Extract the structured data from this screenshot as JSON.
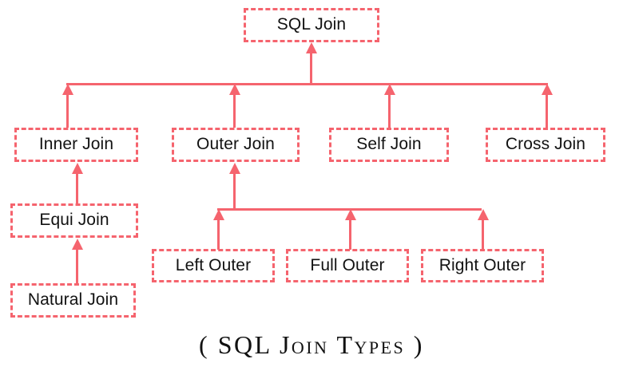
{
  "diagram": {
    "title_caption": "( SQL Join Types )",
    "colors": {
      "line": "#f5646e",
      "box_border": "#f5646e",
      "text": "#121212",
      "background": "#ffffff"
    },
    "nodes": {
      "root": {
        "label": "SQL Join"
      },
      "level2": [
        {
          "label": "Inner Join"
        },
        {
          "label": "Outer Join"
        },
        {
          "label": "Self Join"
        },
        {
          "label": "Cross Join"
        }
      ],
      "inner_children": [
        {
          "label": "Equi Join"
        },
        {
          "label": "Natural Join"
        }
      ],
      "outer_children": [
        {
          "label": "Left Outer"
        },
        {
          "label": "Full Outer"
        },
        {
          "label": "Right Outer"
        }
      ]
    },
    "edges": [
      {
        "from": "Inner Join",
        "to": "SQL Join",
        "direction": "up"
      },
      {
        "from": "Outer Join",
        "to": "SQL Join",
        "direction": "up"
      },
      {
        "from": "Self Join",
        "to": "SQL Join",
        "direction": "up"
      },
      {
        "from": "Cross Join",
        "to": "SQL Join",
        "direction": "up"
      },
      {
        "from": "Equi Join",
        "to": "Inner Join",
        "direction": "up"
      },
      {
        "from": "Natural Join",
        "to": "Equi Join",
        "direction": "up"
      },
      {
        "from": "Left Outer",
        "to": "Outer Join",
        "direction": "up"
      },
      {
        "from": "Full Outer",
        "to": "Outer Join",
        "direction": "up"
      },
      {
        "from": "Right Outer",
        "to": "Outer Join",
        "direction": "up"
      }
    ]
  }
}
